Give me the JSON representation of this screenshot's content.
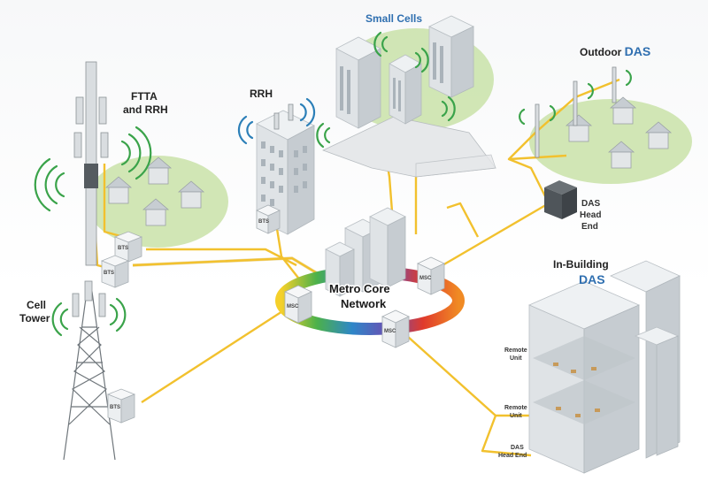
{
  "labels": {
    "small_cells": "Small Cells",
    "outdoor": "Outdoor",
    "das": "DAS",
    "ftta_line1": "FTTA",
    "ftta_line2": "and RRH",
    "rrh": "RRH",
    "cell_line1": "Cell",
    "cell_line2": "Tower",
    "core_line1": "Metro Core",
    "core_line2": "Network",
    "das_head_line1": "DAS",
    "das_head_line2": "Head",
    "das_head_line3": "End",
    "inbuilding_line1": "In-Building",
    "inbuilding_line2": "DAS",
    "remote1_line1": "Remote",
    "remote1_line2": "Unit",
    "remote2_line1": "Remote",
    "remote2_line2": "Unit",
    "das_head_small_line1": "DAS",
    "das_head_small_line2": "Head End"
  },
  "boxes": {
    "bts": "BTS",
    "msc": "MSC"
  },
  "colors": {
    "fiber": "#f2c12e",
    "green_area": "#c9e2a8",
    "signal_green": "#3aa34a",
    "signal_blue": "#2b7fb8",
    "title_blue": "#2f6fb0",
    "ring": [
      "#e03a2c",
      "#f08a24",
      "#f5d02a",
      "#4cb14a",
      "#2e86c8",
      "#6a4fb3"
    ]
  }
}
